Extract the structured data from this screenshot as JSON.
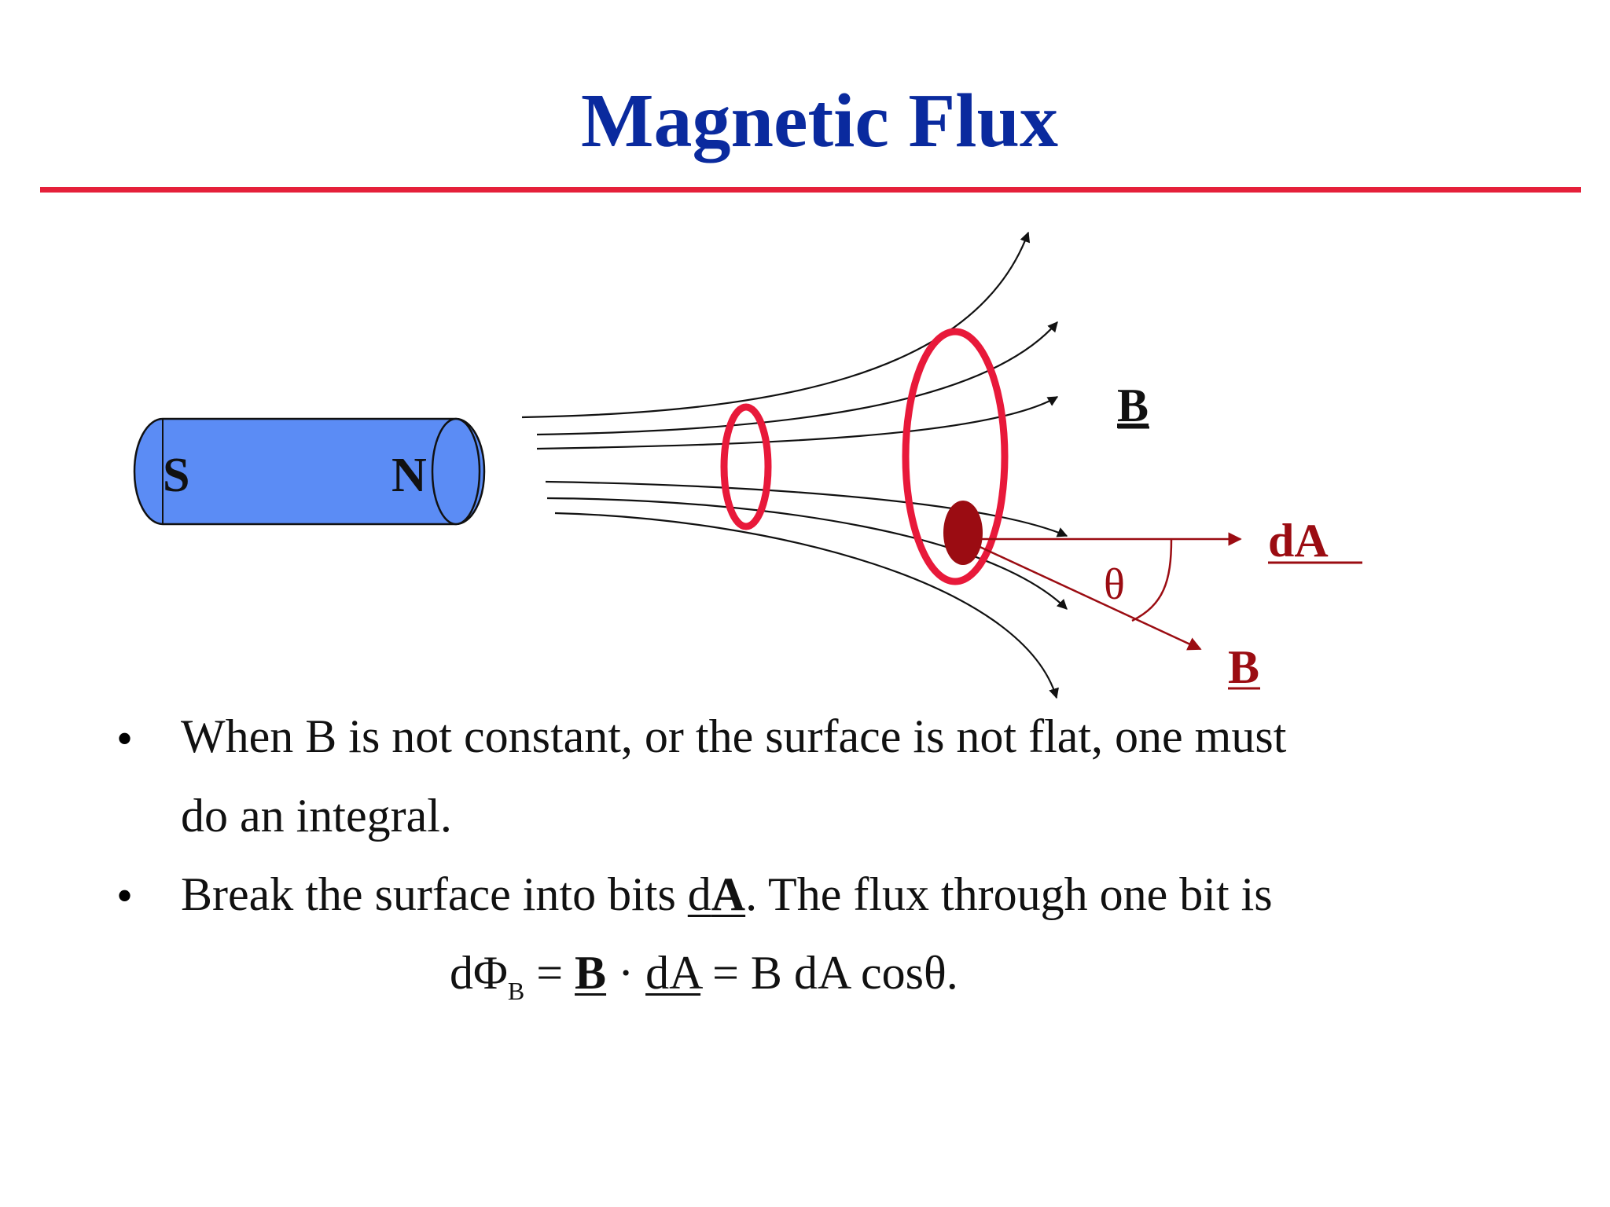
{
  "slide": {
    "title": "Magnetic Flux"
  },
  "diagram": {
    "magnet": {
      "south_label": "S",
      "north_label": "N",
      "body_color": "#5b8cf5"
    },
    "labels": {
      "field_top": "B",
      "area_vector": "dA",
      "angle": "θ",
      "field_vector": "B"
    },
    "colors": {
      "loop": "#e8193a",
      "vector": "#9b0c12",
      "field_line": "#111111"
    }
  },
  "bullets": [
    {
      "line1": "When B is not constant, or the surface is not flat, one must",
      "line2": "do an integral."
    },
    {
      "pre": "Break the surface into bits ",
      "d": "d",
      "A": "A",
      "post": ". The flux through one bit is"
    }
  ],
  "equation": {
    "lhs": "dΦ",
    "sub": "B",
    "eq1": " = ",
    "B": "B",
    "dot": " · ",
    "dA": "dA",
    "rhs": " = B dA cosθ."
  }
}
